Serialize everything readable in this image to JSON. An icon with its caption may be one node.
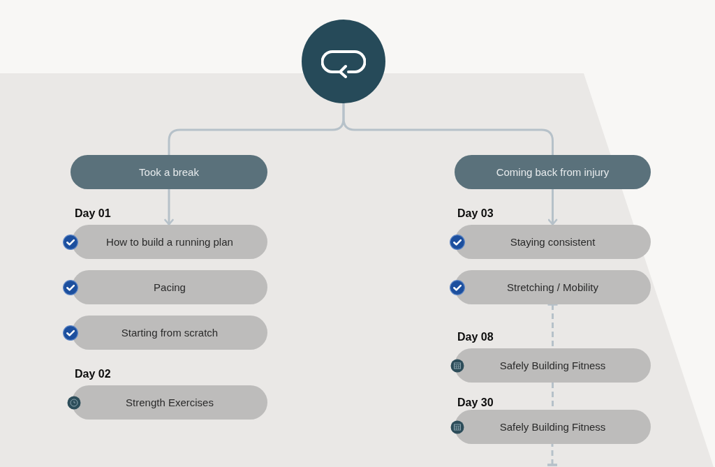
{
  "diagram": {
    "nodes": [
      {
        "text": [],
        "shape": "circle"
      },
      {
        "text": [
          "Took a break"
        ]
      },
      {
        "text": [
          "How to build a running plan"
        ],
        "beside": [
          "Day 01"
        ]
      },
      {
        "text": [
          "Pacing"
        ]
      },
      {
        "text": [
          "Starting from scratch"
        ]
      },
      {
        "text": [
          "Strength Exercises"
        ],
        "beside": [
          "Day 02"
        ]
      },
      {
        "text": [
          "Coming back from injury"
        ]
      },
      {
        "text": [
          "Staying consistent"
        ],
        "beside": [
          "Day 03"
        ]
      },
      {
        "text": [
          "Stretching / Mobility"
        ]
      },
      {
        "text": [
          "Safely Building Fitness"
        ],
        "beside": [
          "Day 08"
        ]
      },
      {
        "text": [
          "Safely Building Fitness"
        ],
        "beside": [
          "Day 30"
        ]
      }
    ],
    "edges": [
      {
        "from": 0,
        "to": 1,
        "arrow": "none"
      },
      {
        "from": 1,
        "to": 2,
        "arrow": "to"
      },
      {
        "from": 0,
        "to": 6,
        "arrow": "none"
      },
      {
        "from": 6,
        "to": 7,
        "arrow": "to"
      },
      {
        "from": 8,
        "to": 9,
        "arrow": "other",
        "style": "dashed"
      },
      {
        "from": 9,
        "to": 10,
        "arrow": "none",
        "style": "dashed"
      },
      {
        "from": null,
        "to": 10,
        "arrow": "other",
        "style": "dashed"
      }
    ]
  }
}
